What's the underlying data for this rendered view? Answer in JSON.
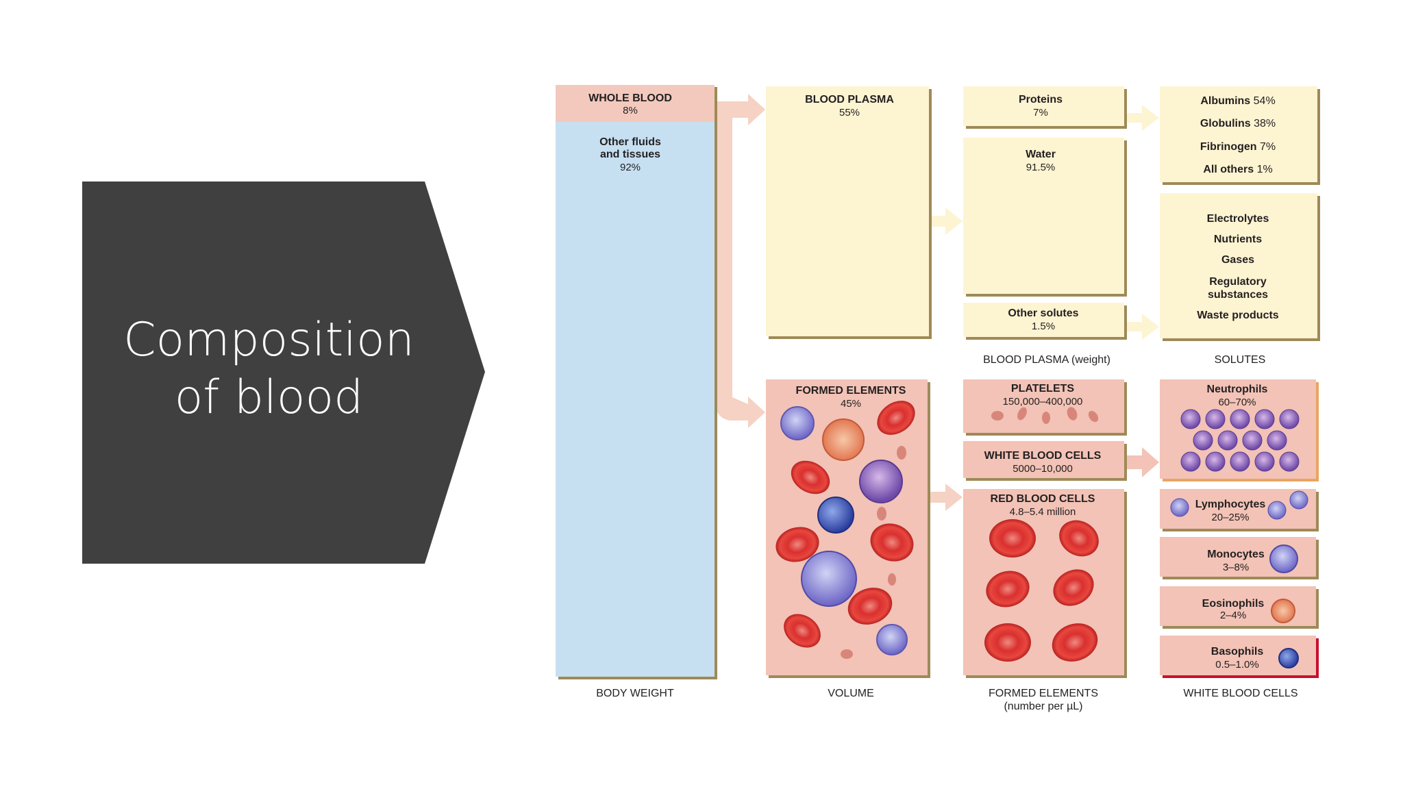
{
  "slide": {
    "title_line1": "Composition",
    "title_line2": "of blood"
  },
  "colors": {
    "title_bg": "#404040",
    "plasma": "#fdf4d2",
    "formed": "#f2c3b6",
    "body_weight": "#c6e0f2",
    "whole_blood": "#f3c9bd",
    "arrow": "#f5d2c4",
    "shadow": "#9e8a58",
    "rbc": "#e23a3a",
    "neutrophil_border": "#e9a560",
    "basophil_border": "#c8102e"
  },
  "diagram": {
    "whole_blood": {
      "label": "WHOLE BLOOD",
      "value": "8%"
    },
    "other_fluids": {
      "line1": "Other fluids",
      "line2": "and tissues",
      "value": "92%"
    },
    "blood_plasma": {
      "label": "BLOOD PLASMA",
      "value": "55%"
    },
    "formed_elements": {
      "label": "FORMED ELEMENTS",
      "value": "45%"
    },
    "proteins": {
      "label": "Proteins",
      "value": "7%"
    },
    "water": {
      "label": "Water",
      "value": "91.5%"
    },
    "other_solutes": {
      "label": "Other solutes",
      "value": "1.5%"
    },
    "protein_types": [
      {
        "name": "Albumins",
        "value": "54%"
      },
      {
        "name": "Globulins",
        "value": "38%"
      },
      {
        "name": "Fibrinogen",
        "value": "7%"
      },
      {
        "name": "All others",
        "value": "1%"
      }
    ],
    "solutes": {
      "electrolytes": "Electrolytes",
      "nutrients": "Nutrients",
      "gases": "Gases",
      "regulatory_1": "Regulatory",
      "regulatory_2": "substances",
      "waste": "Waste products"
    },
    "platelets": {
      "label": "PLATELETS",
      "value": "150,000–400,000"
    },
    "wbc": {
      "label": "WHITE BLOOD CELLS",
      "value": "5000–10,000"
    },
    "rbc": {
      "label": "RED BLOOD CELLS",
      "value": "4.8–5.4 million"
    },
    "neutrophils": {
      "label": "Neutrophils",
      "value": "60–70%"
    },
    "lymphocytes": {
      "label": "Lymphocytes",
      "value": "20–25%"
    },
    "monocytes": {
      "label": "Monocytes",
      "value": "3–8%"
    },
    "eosinophils": {
      "label": "Eosinophils",
      "value": "2–4%"
    },
    "basophils": {
      "label": "Basophils",
      "value": "0.5–1.0%"
    },
    "column_labels": {
      "body_weight": "BODY WEIGHT",
      "volume": "VOLUME",
      "formed_1": "FORMED ELEMENTS",
      "formed_2": "(number per µL)",
      "white_cells": "WHITE BLOOD CELLS",
      "plasma_weight": "BLOOD PLASMA (weight)",
      "solutes": "SOLUTES"
    }
  }
}
